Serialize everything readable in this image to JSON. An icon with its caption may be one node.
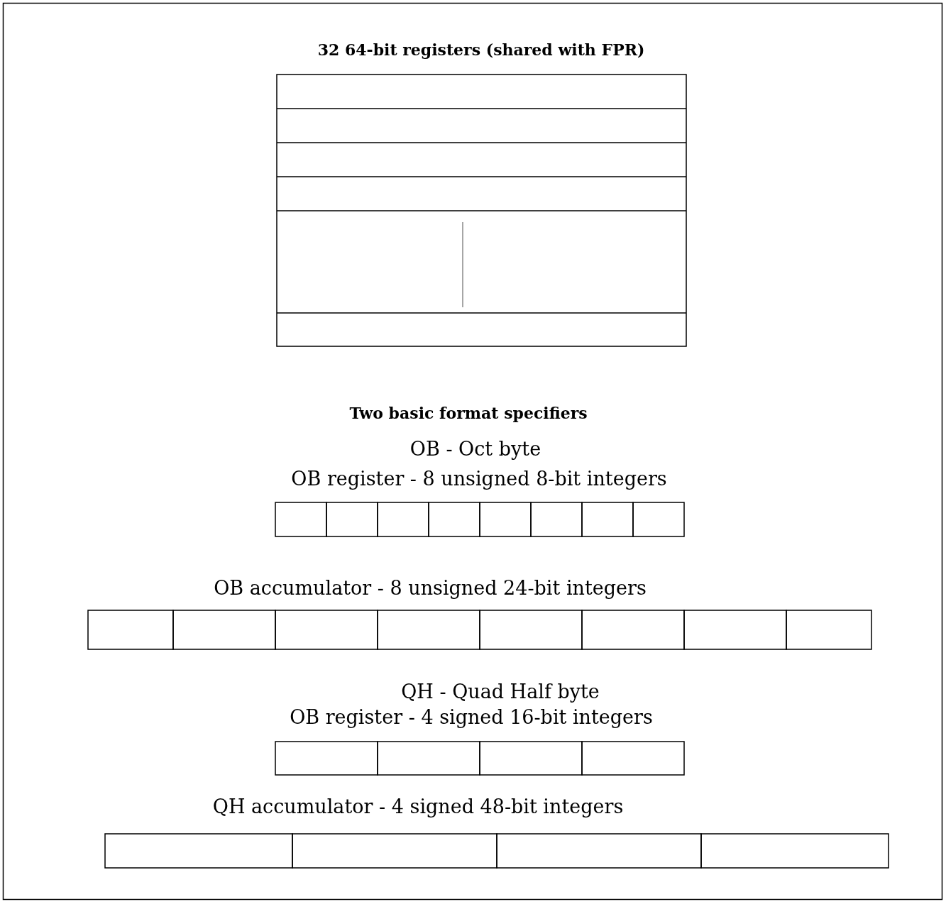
{
  "diagram": {
    "labels": [
      "32 64-bit registers (shared with FPR)",
      "Two basic format specifiers",
      "OB - Oct byte",
      "OB register - 8 unsigned 8-bit integers",
      "OB accumulator - 8 unsigned 24-bit integers",
      "QH - Quad Half byte",
      "OB register - 4 signed 16-bit integers",
      "QH accumulator - 4 signed 48-bit integers"
    ]
  }
}
